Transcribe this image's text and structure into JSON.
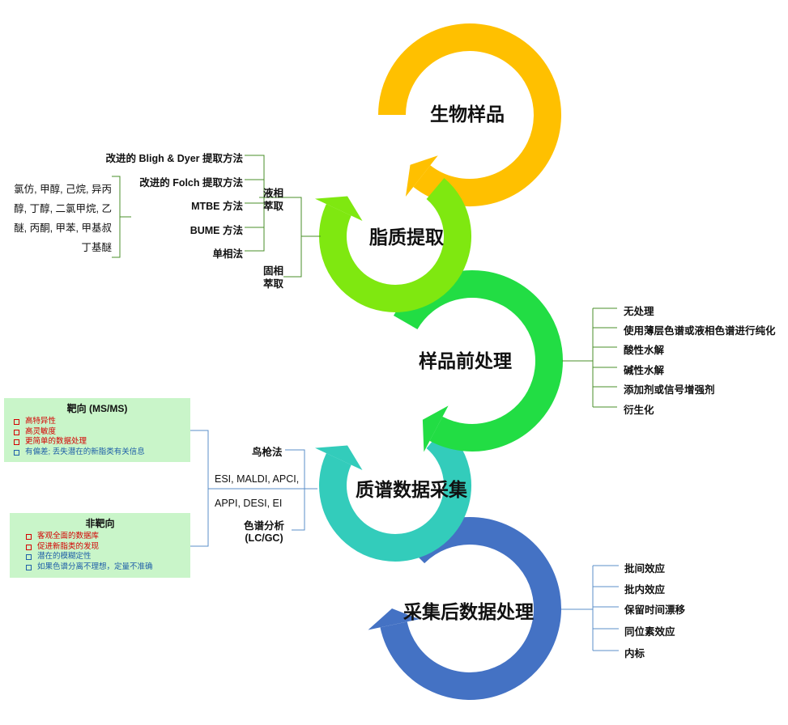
{
  "stages": [
    {
      "id": "bio",
      "label": "生物样品",
      "color": "#FFC000"
    },
    {
      "id": "extract",
      "label": "脂质提取",
      "color": "#7FE810"
    },
    {
      "id": "prep",
      "label": "样品前处理",
      "color": "#22DD44"
    },
    {
      "id": "ms",
      "label": "质谱数据采集",
      "color": "#33CCBB"
    },
    {
      "id": "post",
      "label": "采集后数据处理",
      "color": "#4472C4"
    }
  ],
  "extraction": {
    "liquid_label": "液相\n萃取",
    "solid_label": "固相\n萃取",
    "methods": [
      "改进的 Bligh & Dyer 提取方法",
      "改进的 Folch 提取方法",
      "MTBE 方法",
      "BUME 方法",
      "单相法"
    ],
    "solvents": "氯仿, 甲醇, 己烷, 异丙醇, 丁醇, 二氯甲烷, 乙醚, 丙酮, 甲苯, 甲基叔丁基醚"
  },
  "pretreatment": [
    "无处理",
    "使用薄层色谱或液相色谱进行纯化",
    "酸性水解",
    "碱性水解",
    "添加剂或信号增强剂",
    "衍生化"
  ],
  "ms_acquisition": {
    "ion_source": "鸟枪法",
    "methods_line1": "ESI, MALDI, APCI,",
    "methods_line2": "APPI, DESI, EI",
    "chromatography": "色谱分析\n(LC/GC)"
  },
  "targeted": {
    "title": "靶向 (MS/MS)",
    "items": [
      {
        "text": "高特异性",
        "tone": "red"
      },
      {
        "text": "高灵敏度",
        "tone": "red"
      },
      {
        "text": "更简单的数据处理",
        "tone": "red"
      },
      {
        "text": "有偏差; 丢失潜在的新脂类有关信息",
        "tone": "blue"
      }
    ]
  },
  "untargeted": {
    "title": "非靶向",
    "items": [
      {
        "text": "客观全面的数据库",
        "tone": "red"
      },
      {
        "text": "促进新脂类的发现",
        "tone": "red"
      },
      {
        "text": "潜在的模糊定性",
        "tone": "blue"
      },
      {
        "text": "如果色谱分离不理想，定量不准确",
        "tone": "blue"
      }
    ]
  },
  "post_processing": [
    "批间效应",
    "批内效应",
    "保留时间漂移",
    "同位素效应",
    "内标"
  ],
  "colors": {
    "line_green": "#4a8f2a",
    "line_blue": "#5b8fc9",
    "box_fill": "#c9f5c9",
    "bullet_red": "#d40000",
    "bullet_blue": "#1f5fa8"
  }
}
